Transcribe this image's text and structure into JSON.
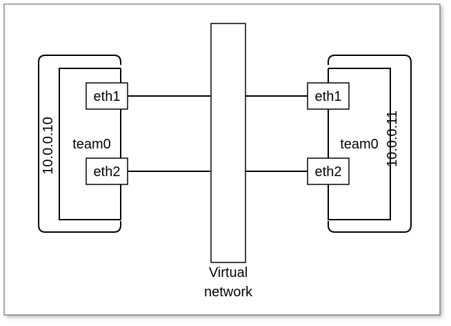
{
  "colors": {
    "stroke": "#000000",
    "fill": "#ffffff",
    "page_shadow": "#bdbdbd"
  },
  "left_host": {
    "ip": "10.0.0.10",
    "team": "team0",
    "iface1": "eth1",
    "iface2": "eth2"
  },
  "right_host": {
    "ip": "10.0.0.11",
    "team": "team0",
    "iface1": "eth1",
    "iface2": "eth2"
  },
  "switch": {
    "line1": "Virtual",
    "line2": "network"
  }
}
